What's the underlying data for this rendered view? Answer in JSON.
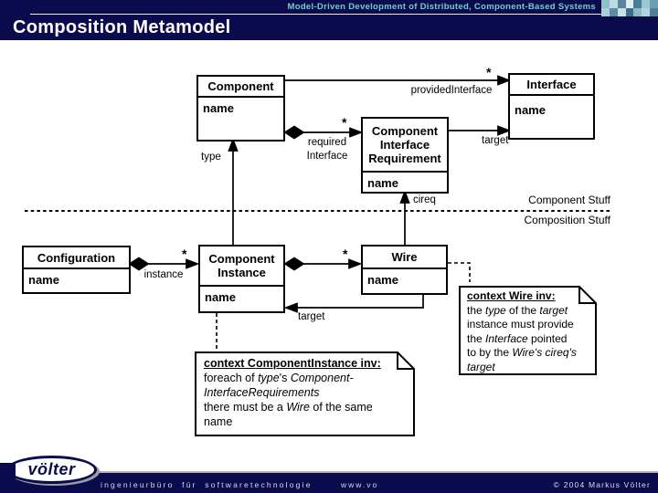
{
  "colors": {
    "navy": "#0a0a4d",
    "teal_text": "#6fd0d0",
    "diagram_line": "#000000",
    "footer_silver": "#b5b5b5"
  },
  "header": {
    "presentation_title": "Model-Driven Development of Distributed, Component-Based Systems",
    "slide_title": "Composition Metamodel"
  },
  "diagram": {
    "classes": {
      "component": {
        "title": "Component",
        "attribute": "name"
      },
      "interface": {
        "title": "Interface",
        "attribute": "name"
      },
      "cir": {
        "line1": "Component",
        "line2": "Interface",
        "line3": "Requirement",
        "attribute": "name"
      },
      "configuration": {
        "title": "Configuration",
        "attribute": "name"
      },
      "component_instance": {
        "line1": "Component",
        "line2": "Instance",
        "attribute": "name"
      },
      "wire": {
        "title": "Wire",
        "attribute": "name"
      }
    },
    "labels": {
      "provided_star": "*",
      "provided_interface": "providedInterface",
      "required_star": "*",
      "required_line1": "required",
      "required_line2": "Interface",
      "target_top": "target",
      "type": "type",
      "cireq": "cireq",
      "instance_star": "*",
      "instance": "instance",
      "wire_star": "*",
      "target_bottom": "target",
      "component_stuff": "Component Stuff",
      "composition_stuff": "Composition Stuff"
    },
    "notes": {
      "component_instance": {
        "title": "context ComponentInstance inv:",
        "l1a": "foreach of ",
        "l1b": "type",
        "l1c": "'s ",
        "l1d": "Component-",
        "l2": "InterfaceRequirements",
        "l3a": "there must be a ",
        "l3b": "Wire",
        "l3c": " of the same",
        "l4": "name"
      },
      "wire": {
        "title": "context Wire inv:",
        "l1a": "the ",
        "l1b": "type",
        "l1c": " of the ",
        "l1d": "target",
        "l2": "instance must provide",
        "l3a": "the ",
        "l3b": "Interface",
        "l3c": " pointed",
        "l4a": "to by the ",
        "l4b": "Wire's cireq's",
        "l5": "target"
      }
    }
  },
  "footer": {
    "logo_text": "völter",
    "tagline": "ingenieurbüro für softwaretechnologie",
    "url": "www.vo",
    "copyright": "© 2004  Markus Völter"
  }
}
